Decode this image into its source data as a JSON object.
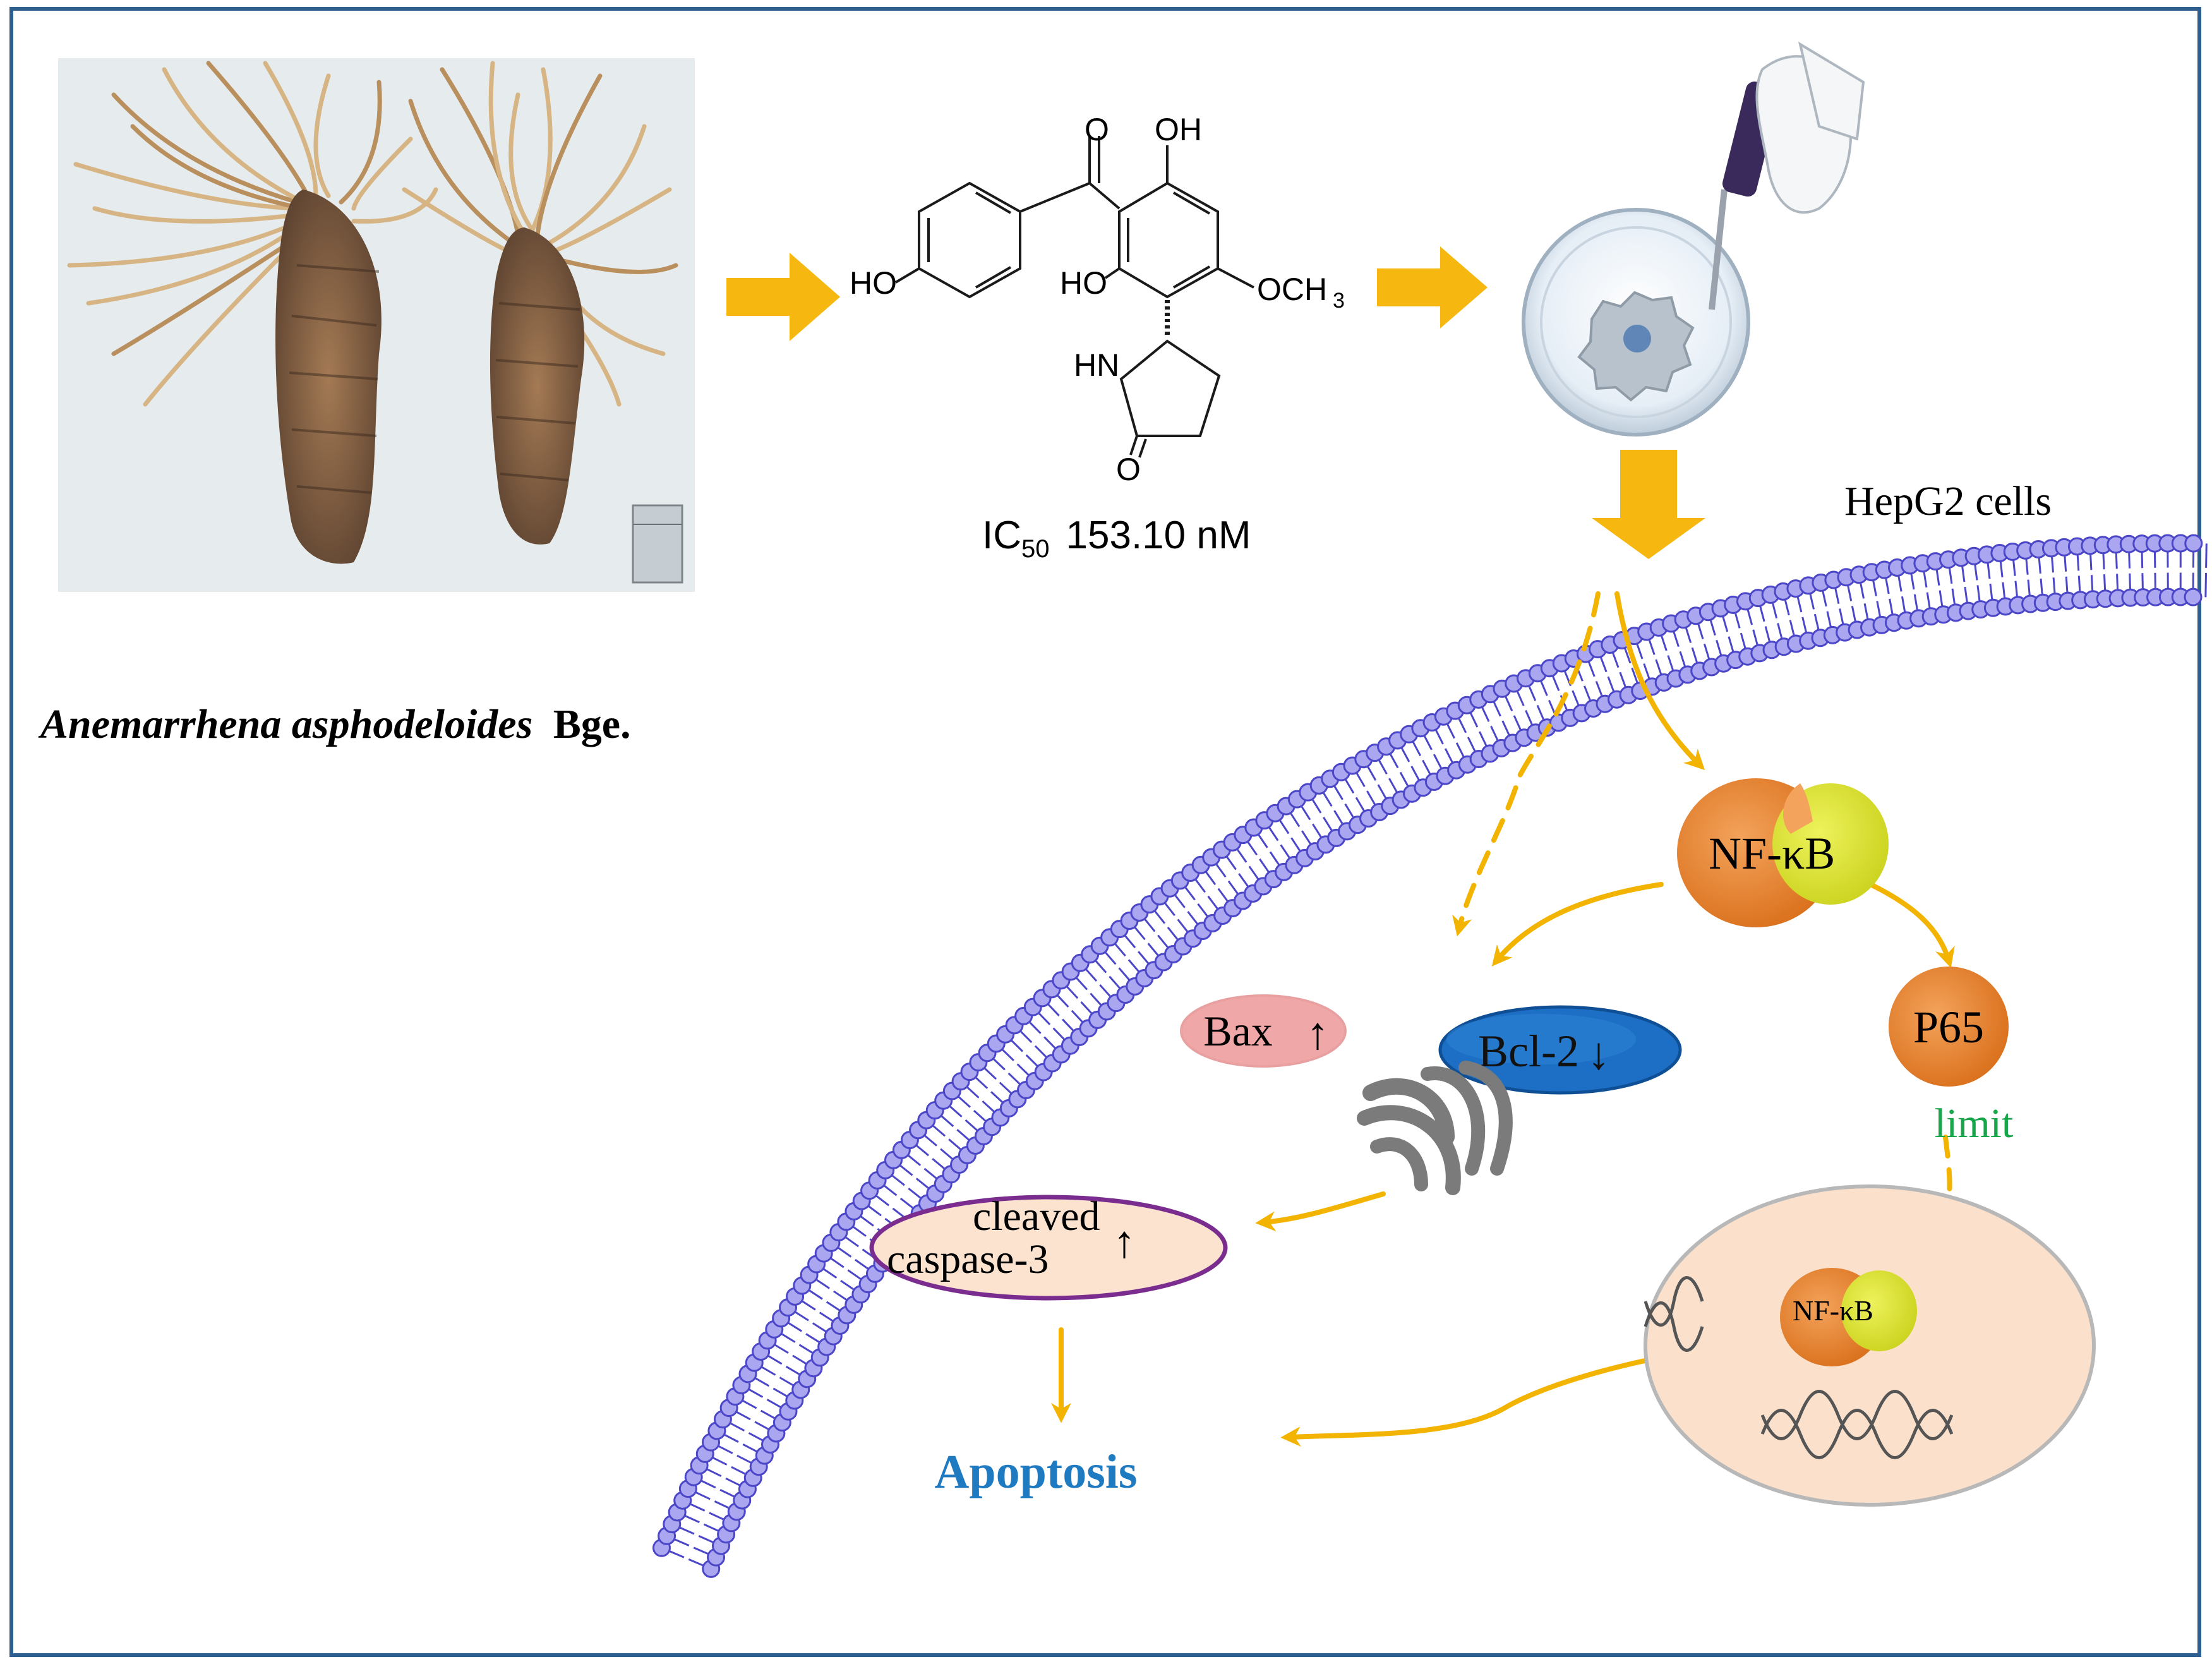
{
  "plant": {
    "name_italic": "Anemarrhena asphodeloides",
    "name_suffix": "Bge."
  },
  "compound": {
    "atom_labels": [
      "O",
      "OH",
      "HO",
      "HO",
      "OCH",
      "3",
      "HN",
      "O"
    ],
    "ic50_label": "IC",
    "ic50_subscript": "50",
    "ic50_value": "153.10 nM"
  },
  "cells_label": "HepG2 cells",
  "proteins": {
    "nfkb": "NF-κB",
    "bax": "Bax",
    "bax_arrow": "↑",
    "bcl2": "Bcl-2",
    "bcl2_arrow": "↓",
    "p65": "P65",
    "limit": "limit",
    "caspase_line1": "cleaved",
    "caspase_line2": "caspase-3",
    "caspase_arrow": "↑",
    "nucleus_nfkb": "NF-κB"
  },
  "outcome": "Apoptosis",
  "colors": {
    "frame": "#2f5f8f",
    "arrow": "#f2b400",
    "membrane_bead": "#aaa6ef",
    "membrane_stroke": "#4b47c8",
    "nfkb_body": "#e27a24",
    "nfkb_cap": "#d9e021",
    "bax_fill": "#f0a7a7",
    "bcl2_fill": "#1c6fc4",
    "caspase_fill": "#fbe3d0",
    "caspase_stroke": "#7a2d8f",
    "nucleus_fill": "#fbe1cc",
    "apoptosis_text": "#1f7bc1",
    "limit_text": "#17a64a"
  }
}
